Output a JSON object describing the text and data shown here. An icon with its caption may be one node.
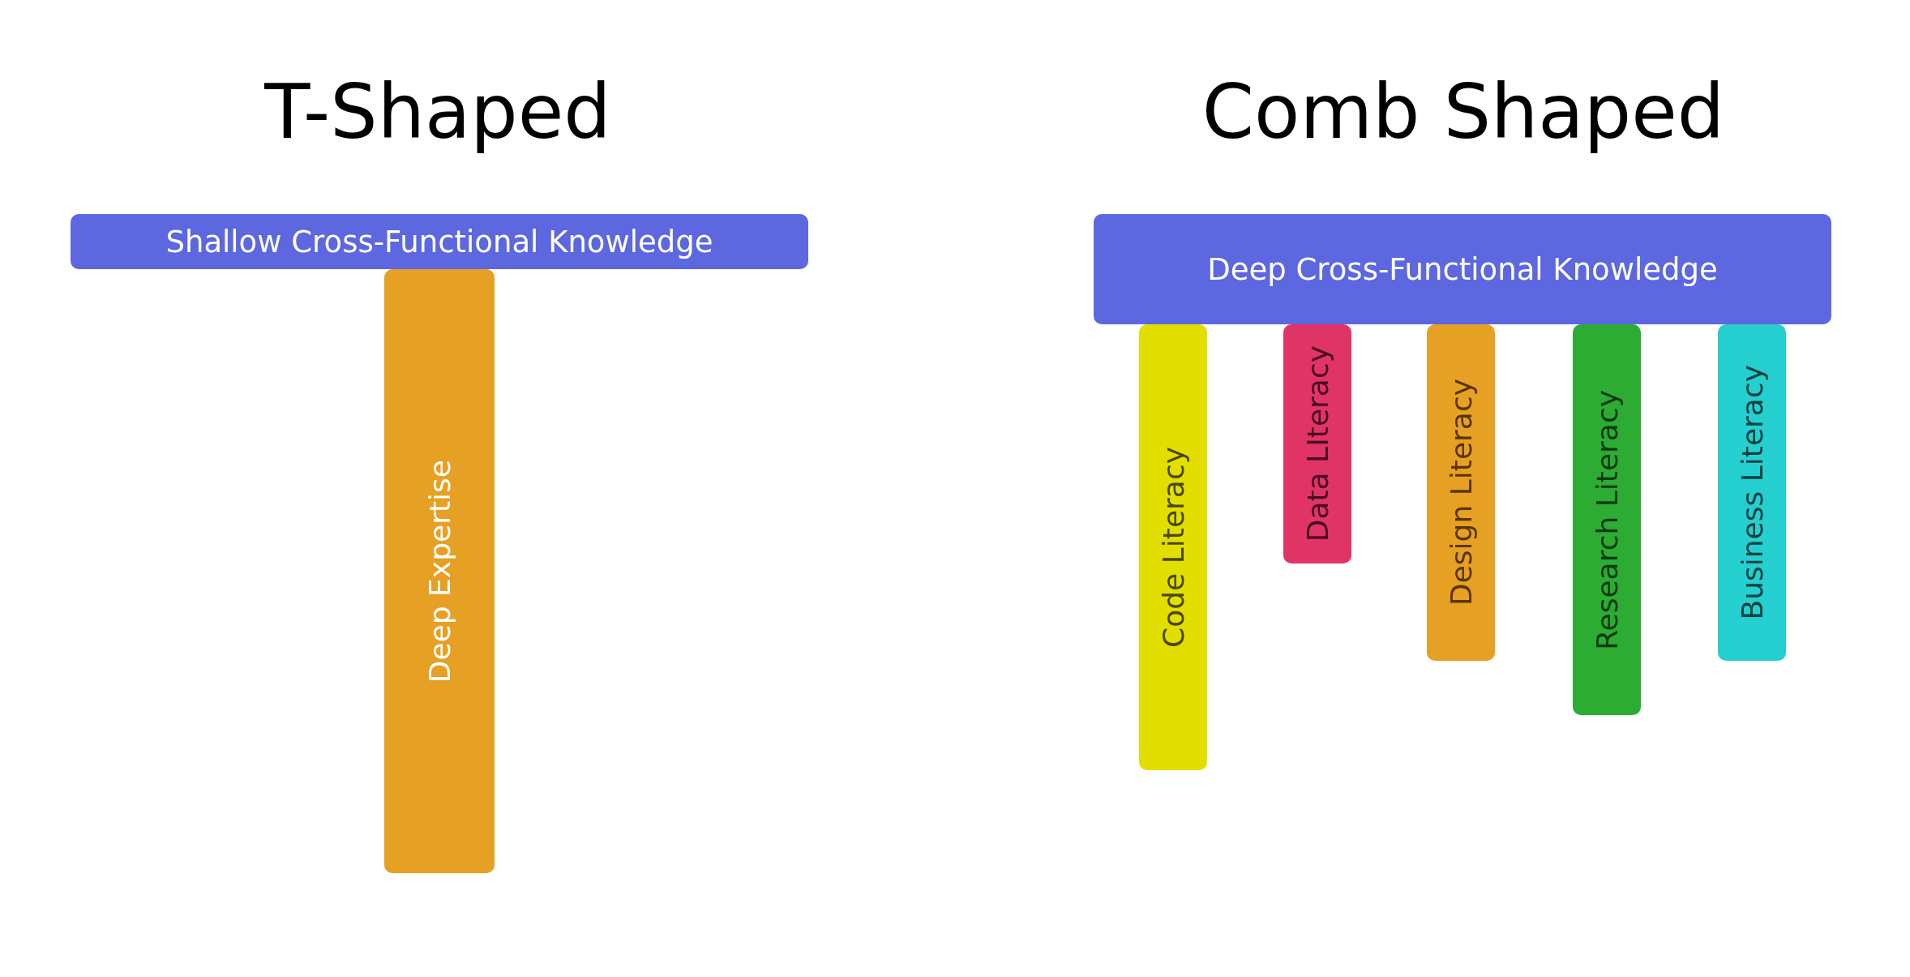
{
  "diagram": {
    "nodes": [
      {
        "text": [
          "Shallow Cross-Functional Knowledge"
        ]
      },
      {
        "text": [
          "Deep Expertise"
        ]
      },
      {
        "text": [
          "Deep Cross-Functional Knowledge"
        ]
      },
      {
        "text": [
          "Code Literacy"
        ]
      },
      {
        "text": [
          "Data LIteracy"
        ]
      },
      {
        "text": [
          "Design Literacy"
        ]
      },
      {
        "text": [
          "Research Literacy"
        ]
      },
      {
        "text": [
          "Business Literacy"
        ]
      }
    ],
    "labels": [
      "T-Shaped",
      "Comb Shaped"
    ]
  }
}
